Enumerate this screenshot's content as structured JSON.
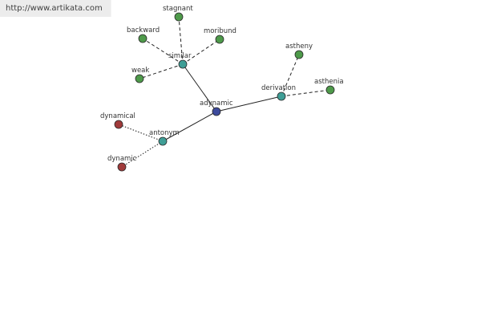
{
  "site": {
    "url": "http://www.artikata.com"
  },
  "colors": {
    "center": "#3d4a9c",
    "relation": "#3f9e96",
    "synonym": "#4e9a4a",
    "antonym_word": "#a03a3a",
    "edge": "#222222",
    "node_border": "#2a2a2a"
  },
  "graph": {
    "center": {
      "id": "center",
      "label": "adynamic",
      "color_key": "center"
    },
    "relations": [
      {
        "id": "similar",
        "label": "similar",
        "color_key": "relation"
      },
      {
        "id": "derivation",
        "label": "derivation",
        "color_key": "relation"
      },
      {
        "id": "antonym",
        "label": "antonym",
        "color_key": "relation"
      }
    ],
    "words": [
      {
        "id": "stagnant",
        "label": "stagnant",
        "relation": "similar",
        "color_key": "synonym"
      },
      {
        "id": "backward",
        "label": "backward",
        "relation": "similar",
        "color_key": "synonym"
      },
      {
        "id": "moribund",
        "label": "moribund",
        "relation": "similar",
        "color_key": "synonym"
      },
      {
        "id": "weak",
        "label": "weak",
        "relation": "similar",
        "color_key": "synonym"
      },
      {
        "id": "astheny",
        "label": "astheny",
        "relation": "derivation",
        "color_key": "synonym"
      },
      {
        "id": "asthenia",
        "label": "asthenia",
        "relation": "derivation",
        "color_key": "synonym"
      },
      {
        "id": "dynamical",
        "label": "dynamical",
        "relation": "antonym",
        "color_key": "antonym_word"
      },
      {
        "id": "dynamic",
        "label": "dynamic",
        "relation": "antonym",
        "color_key": "antonym_word"
      }
    ]
  }
}
